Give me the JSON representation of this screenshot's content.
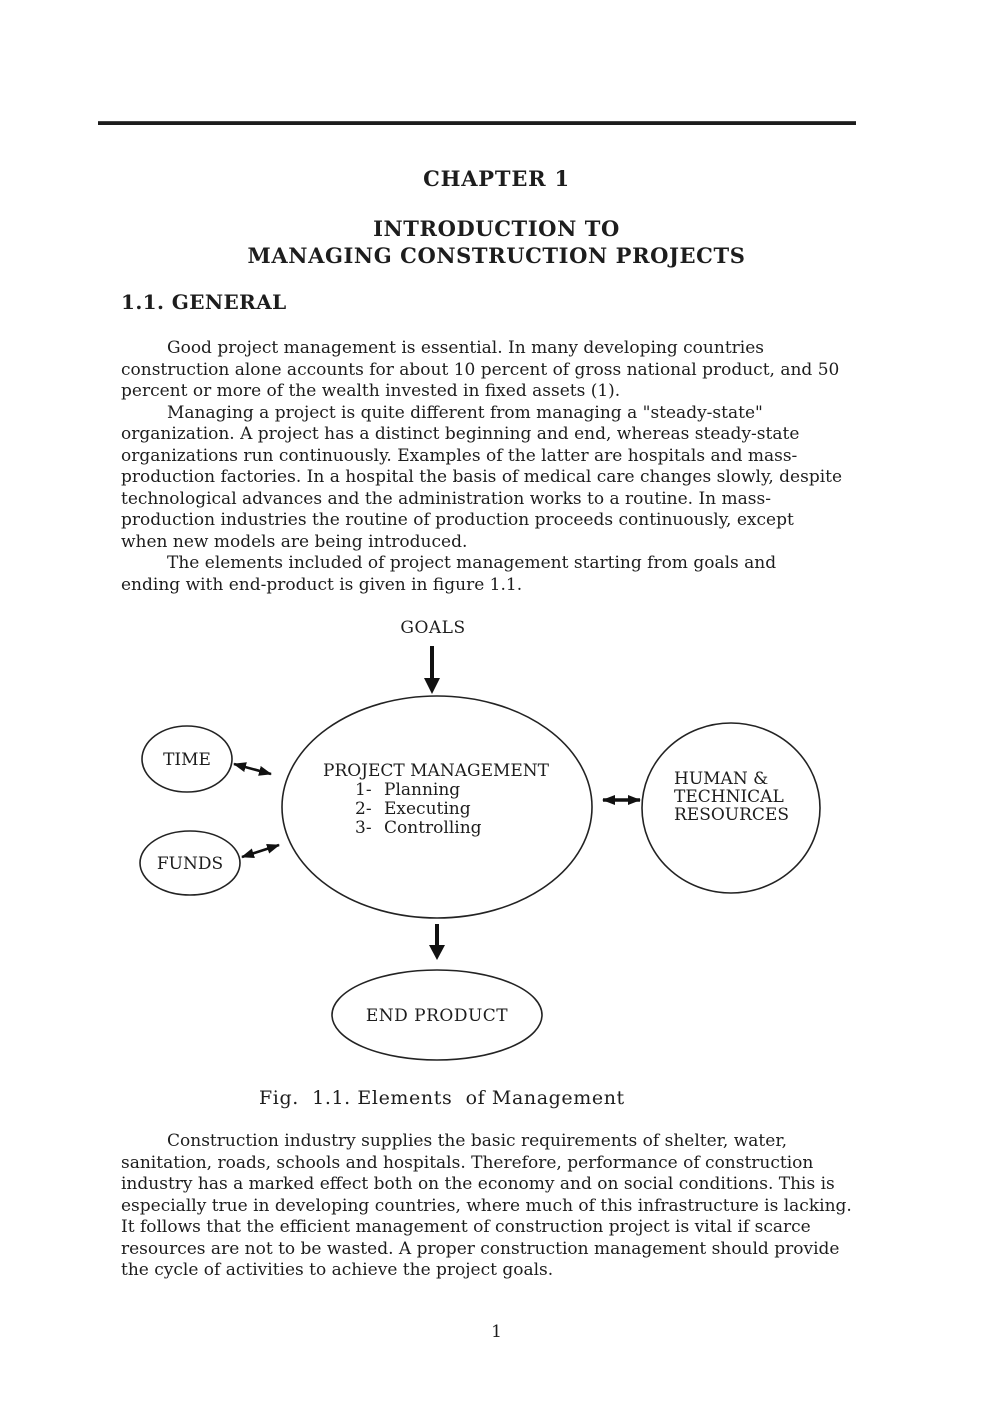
{
  "header": {
    "chapter": "CHAPTER 1",
    "title_lines": [
      "INTRODUCTION TO",
      "MANAGING CONSTRUCTION PROJECTS"
    ]
  },
  "section": {
    "heading": "1.1. GENERAL"
  },
  "body": {
    "paragraphs": [
      {
        "lines": [
          "Good project management is essential. In many developing countries",
          "construction alone accounts for about 10 percent of gross national product, and 50",
          "percent or more of the wealth invested in fixed assets (1)."
        ]
      },
      {
        "lines": [
          "Managing a project is quite different from managing a \"steady-state\"",
          "organization. A project has a distinct beginning and end, whereas steady-state",
          "organizations run continuously. Examples of the latter are hospitals and mass-",
          "production factories. In a hospital the basis of medical care changes slowly, despite",
          "technological advances and the administration works to a routine. In mass-",
          "production industries the routine of production proceeds continuously, except",
          "when new models are being introduced."
        ]
      },
      {
        "lines": [
          "The elements included of project management starting from goals and",
          "ending with end-product is given in figure 1.1."
        ]
      }
    ]
  },
  "figure": {
    "goals": "GOALS",
    "time": "TIME",
    "funds": "FUNDS",
    "pm_title": "PROJECT MANAGEMENT",
    "pm_items": [
      {
        "num": "1-",
        "label": "Planning"
      },
      {
        "num": "2-",
        "label": "Executing"
      },
      {
        "num": "3-",
        "label": "Controlling"
      }
    ],
    "resources_lines": [
      "HUMAN &",
      "TECHNICAL",
      "RESOURCES"
    ],
    "end_product": "END PRODUCT",
    "caption": "Fig.  1.1. Elements  of Management"
  },
  "closing": {
    "lines": [
      "Construction industry supplies the basic requirements of shelter, water,",
      "sanitation, roads, schools and hospitals. Therefore, performance of construction",
      "industry has a marked effect both on the economy and on social conditions. This is",
      "especially true in developing countries, where much of this infrastructure is lacking.",
      "It follows that the efficient management of construction project is vital if scarce",
      "resources are not to be wasted. A proper construction management should provide",
      "the cycle of activities to achieve the project goals."
    ]
  },
  "footer": {
    "page_number": "1"
  }
}
